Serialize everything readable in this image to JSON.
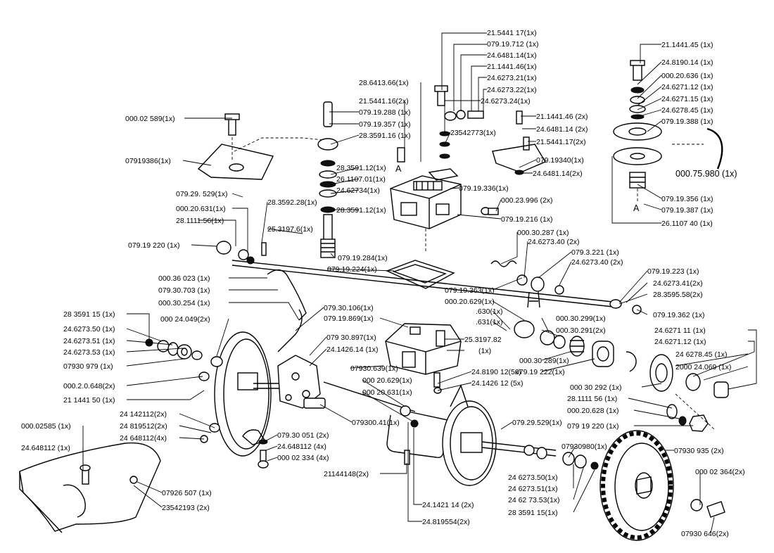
{
  "labels": [
    {
      "id": "l1",
      "text": "21.5441 17(1x)"
    },
    {
      "id": "l2",
      "text": "079.19.712 (1x)"
    },
    {
      "id": "l3",
      "text": "24.6481.14(1x)"
    },
    {
      "id": "l4",
      "text": "21.1441.46(1x)"
    },
    {
      "id": "l5",
      "text": "24.6273.21(1x)"
    },
    {
      "id": "l6",
      "text": "24.6273.22(1x)"
    },
    {
      "id": "l7",
      "text": "24.6273.24(1x)"
    },
    {
      "id": "l8",
      "text": "28.6413.66(1x)"
    },
    {
      "id": "l9",
      "text": "21.5441.16(2x)"
    },
    {
      "id": "l10",
      "text": "079.19.288 (1x)"
    },
    {
      "id": "l11",
      "text": "079.19.357 (1x)"
    },
    {
      "id": "l12",
      "text": "28.3591.16 (1x)"
    },
    {
      "id": "l13",
      "text": "000.02 589(1x)"
    },
    {
      "id": "l14",
      "text": "07919386(1x)"
    },
    {
      "id": "l15",
      "text": "23542773(1x)"
    },
    {
      "id": "l16",
      "text": "21.1441.46 (2x)"
    },
    {
      "id": "l17",
      "text": "24.6481.14 (2x)"
    },
    {
      "id": "l18",
      "text": "21.5441.17(2x)"
    },
    {
      "id": "l19",
      "text": "079.19340(1x)"
    },
    {
      "id": "l20",
      "text": "24.6481.14(2x)"
    },
    {
      "id": "l21",
      "text": "21.1441.45 (1x)"
    },
    {
      "id": "l22",
      "text": "24.8190.14 (1x)"
    },
    {
      "id": "l23",
      "text": "000.20.636 (1x)"
    },
    {
      "id": "l24",
      "text": "24.6271.12 (1x)"
    },
    {
      "id": "l25",
      "text": "24.6271.15 (1x)"
    },
    {
      "id": "l26",
      "text": "24.6278.45 (1x)"
    },
    {
      "id": "l27",
      "text": "079.19.388 (1x)"
    },
    {
      "id": "l28",
      "text": "000.75.980 (1x)"
    },
    {
      "id": "l29",
      "text": "079.19.356 (1x)"
    },
    {
      "id": "l30",
      "text": "079.19.387 (1x)"
    },
    {
      "id": "l31",
      "text": "26.1107 40 (1x)"
    },
    {
      "id": "l32",
      "text": "28.3591.12(1x)"
    },
    {
      "id": "l33",
      "text": "26.1107.01(1x)"
    },
    {
      "id": "l34",
      "text": "24.62734(1x)"
    },
    {
      "id": "l35",
      "text": "28.3591.12(1x)"
    },
    {
      "id": "l36",
      "text": "079.19.336(1x)"
    },
    {
      "id": "l37",
      "text": "000.23.996 (2x)"
    },
    {
      "id": "l38",
      "text": "079.19.216 (1x)"
    },
    {
      "id": "l39",
      "text": "079.29. 529(1x)"
    },
    {
      "id": "l40",
      "text": "000.20.631(1x)"
    },
    {
      "id": "l41",
      "text": "28.3592.28(1x)"
    },
    {
      "id": "l42",
      "text": "28.1111.56(1x)"
    },
    {
      "id": "l43",
      "text": "25.3197.6(1x)"
    },
    {
      "id": "l44",
      "text": "079.19 220 (1x)"
    },
    {
      "id": "l45",
      "text": "079.19.284(1x)"
    },
    {
      "id": "l46",
      "text": "079.19.224(1x)"
    },
    {
      "id": "l47",
      "text": "000.30.287 (1x)"
    },
    {
      "id": "l48",
      "text": "24.6273.40 (2x)"
    },
    {
      "id": "l49",
      "text": "079.3.221 (1x)"
    },
    {
      "id": "l50",
      "text": "24.6273.40 (2x)"
    },
    {
      "id": "l51",
      "text": "079.19.223 (1x)"
    },
    {
      "id": "l52",
      "text": "24.6273.41(2x)"
    },
    {
      "id": "l53",
      "text": "28.3595.58(2x)"
    },
    {
      "id": "l54",
      "text": "079.19.362 (1x)"
    },
    {
      "id": "l55",
      "text": "000.36 023 (1x)"
    },
    {
      "id": "l56",
      "text": "079.30.703 (1x)"
    },
    {
      "id": "l57",
      "text": "000.30.254 (1x)"
    },
    {
      "id": "l58",
      "text": "079.30.106(1x)"
    },
    {
      "id": "l59",
      "text": "079.19.869(1x)"
    },
    {
      "id": "l60",
      "text": "079.19.363(1x)"
    },
    {
      "id": "l61",
      "text": "000.20.629(1x)"
    },
    {
      "id": "l62",
      "text": ".630(1x)"
    },
    {
      "id": "l63",
      "text": ".631(1x)"
    },
    {
      "id": "l64",
      "text": "28 3591 15 (1x)"
    },
    {
      "id": "l65",
      "text": "24.6273.50 (1x)"
    },
    {
      "id": "l66",
      "text": "24.6273.51 (1x)"
    },
    {
      "id": "l67",
      "text": "24.6273.53 (1x)"
    },
    {
      "id": "l68",
      "text": "07930 979 (1x)"
    },
    {
      "id": "l69",
      "text": "000 24.049(2x)"
    },
    {
      "id": "l70",
      "text": "079 30.897(1x)"
    },
    {
      "id": "l71",
      "text": "24.1426.14 (1x)"
    },
    {
      "id": "l72",
      "text": "25.3197.82"
    },
    {
      "id": "l73",
      "text": "(1x)"
    },
    {
      "id": "l74",
      "text": "000.30.299(1x)"
    },
    {
      "id": "l75",
      "text": "000.30.291(2x)"
    },
    {
      "id": "l76",
      "text": "000.30 289(1x)"
    },
    {
      "id": "l77",
      "text": "079.19 222(1x)"
    },
    {
      "id": "l78",
      "text": "24.6271 11 (1x)"
    },
    {
      "id": "l79",
      "text": "24.6271.12 (1x)"
    },
    {
      "id": "l80",
      "text": "24 6278.45 (1x)"
    },
    {
      "id": "l81",
      "text": "2000 24.069 (1x)"
    },
    {
      "id": "l82",
      "text": "000.2.0.648(2x)"
    },
    {
      "id": "l83",
      "text": "21 1441 50 (1x)"
    },
    {
      "id": "l84",
      "text": "07930.639(1x)"
    },
    {
      "id": "l85",
      "text": "000 20.629(1x)"
    },
    {
      "id": "l86",
      "text": "000 20.631(1x)"
    },
    {
      "id": "l87",
      "text": "24.8190 12(5x)"
    },
    {
      "id": "l88",
      "text": "24.1426 12 (5x)"
    },
    {
      "id": "l89",
      "text": "000 30 292 (1x)"
    },
    {
      "id": "l90",
      "text": "28.1111 56 (1x)"
    },
    {
      "id": "l91",
      "text": "000.20.628 (1x)"
    },
    {
      "id": "l92",
      "text": "079 19 220 (1x)"
    },
    {
      "id": "l93",
      "text": "24 142112(2x)"
    },
    {
      "id": "l94",
      "text": "24 819512(2x)"
    },
    {
      "id": "l95",
      "text": "24 648112(4x)"
    },
    {
      "id": "l96",
      "text": "000.02585 (1x)"
    },
    {
      "id": "l97",
      "text": "24.648112 (1x)"
    },
    {
      "id": "l98",
      "text": "079300.41(1x)"
    },
    {
      "id": "l99",
      "text": "079.29.529(1x)"
    },
    {
      "id": "l100",
      "text": "079.30 051 (2x)"
    },
    {
      "id": "l101",
      "text": "24.648112 (4x)"
    },
    {
      "id": "l102",
      "text": "000 02 334 (4x)"
    },
    {
      "id": "l103",
      "text": "07930980(1x)"
    },
    {
      "id": "l104",
      "text": "07930 935 (2x)"
    },
    {
      "id": "l105",
      "text": "000 02 364(2x)"
    },
    {
      "id": "l106",
      "text": "07926 507 (1x)"
    },
    {
      "id": "l107",
      "text": "23542193 (2x)"
    },
    {
      "id": "l108",
      "text": "21144148(2x)"
    },
    {
      "id": "l109",
      "text": "24.1421 14 (2x)"
    },
    {
      "id": "l110",
      "text": "24.819554(2x)"
    },
    {
      "id": "l111",
      "text": "24 6273.50(1x)"
    },
    {
      "id": "l112",
      "text": "24 6273.51(1x)"
    },
    {
      "id": "l113",
      "text": "24 62 73.53(1x)"
    },
    {
      "id": "l114",
      "text": "28 3591 15(1x)"
    },
    {
      "id": "l115",
      "text": "07930 646(2x)"
    },
    {
      "id": "l116",
      "text": "A"
    },
    {
      "id": "l117",
      "text": "A"
    }
  ]
}
